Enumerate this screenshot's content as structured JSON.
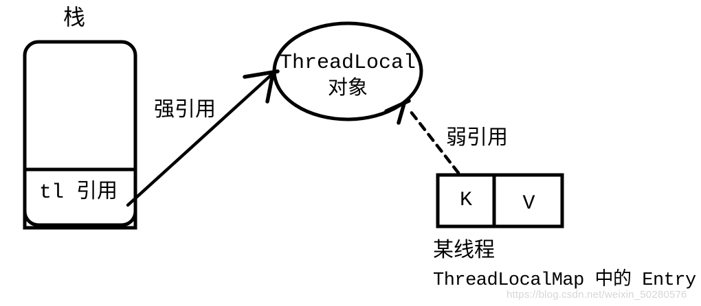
{
  "diagram": {
    "background_color": "#ffffff",
    "ink_color": "#000000",
    "stack": {
      "title": "栈",
      "pointer_label": "tl 引用"
    },
    "threadlocal_object": {
      "line1": "ThreadLocal",
      "line2": "对象"
    },
    "strong_reference": {
      "label": "强引用",
      "style": "solid-arrow"
    },
    "weak_reference": {
      "label": "弱引用",
      "style": "dashed-arrow"
    },
    "entry": {
      "key": "K",
      "value": "V",
      "caption_line1": "某线程",
      "caption_line2": "ThreadLocalMap 中的 Entry"
    },
    "watermark": {
      "text": "https://blog.csdn.net/weixin_50280576",
      "color": "#d6d6d6"
    }
  }
}
